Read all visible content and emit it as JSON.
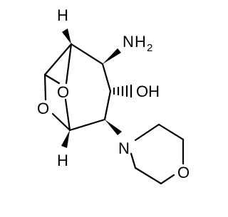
{
  "atoms": {
    "amine_n": "N",
    "amine_h": "H",
    "amine_h_count": "2",
    "hydroxyl": "OH",
    "ring_oxygen": "O",
    "bridge_oxygen": "O",
    "morpholine_n": "N",
    "morpholine_o": "O",
    "h_top": "H",
    "h_bottom": "H"
  },
  "colors": {
    "bond": "#000000",
    "text": "#000000",
    "background": "#ffffff"
  }
}
